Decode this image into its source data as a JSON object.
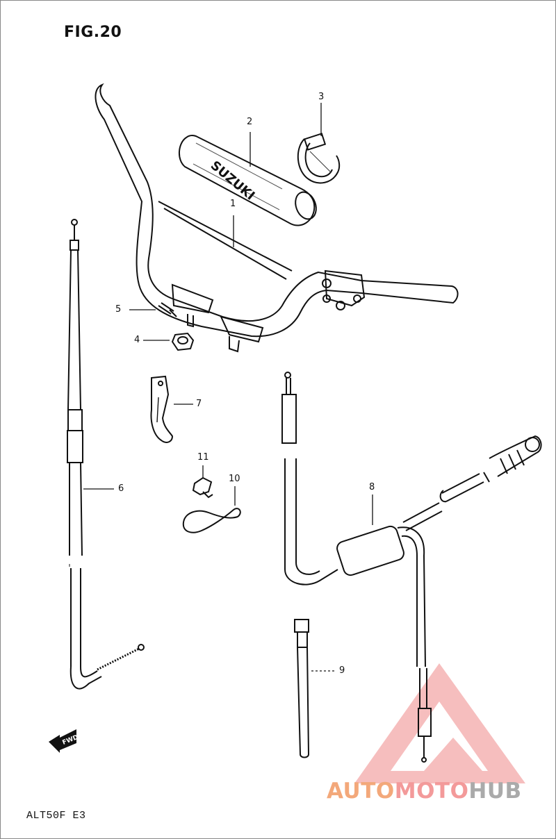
{
  "figure": {
    "title": "FIG.20",
    "model_code": "ALT50F E3"
  },
  "callouts": [
    {
      "id": "1",
      "label": "1"
    },
    {
      "id": "2",
      "label": "2"
    },
    {
      "id": "3",
      "label": "3"
    },
    {
      "id": "4",
      "label": "4"
    },
    {
      "id": "5",
      "label": "5"
    },
    {
      "id": "6",
      "label": "6"
    },
    {
      "id": "7",
      "label": "7"
    },
    {
      "id": "8",
      "label": "8"
    },
    {
      "id": "9",
      "label": "9"
    },
    {
      "id": "10",
      "label": "10"
    },
    {
      "id": "11",
      "label": "11"
    }
  ],
  "pad_brand": "SUZUKI",
  "fwd_label": "FWD",
  "watermark": {
    "part_a": "AUTO",
    "part_b": "MOTO",
    "part_c": "HUB",
    "colors": {
      "orange": "#f3a87a",
      "pink": "#f39a9a",
      "gray": "#aaaaaa",
      "triangle": "#f08a8a"
    }
  }
}
